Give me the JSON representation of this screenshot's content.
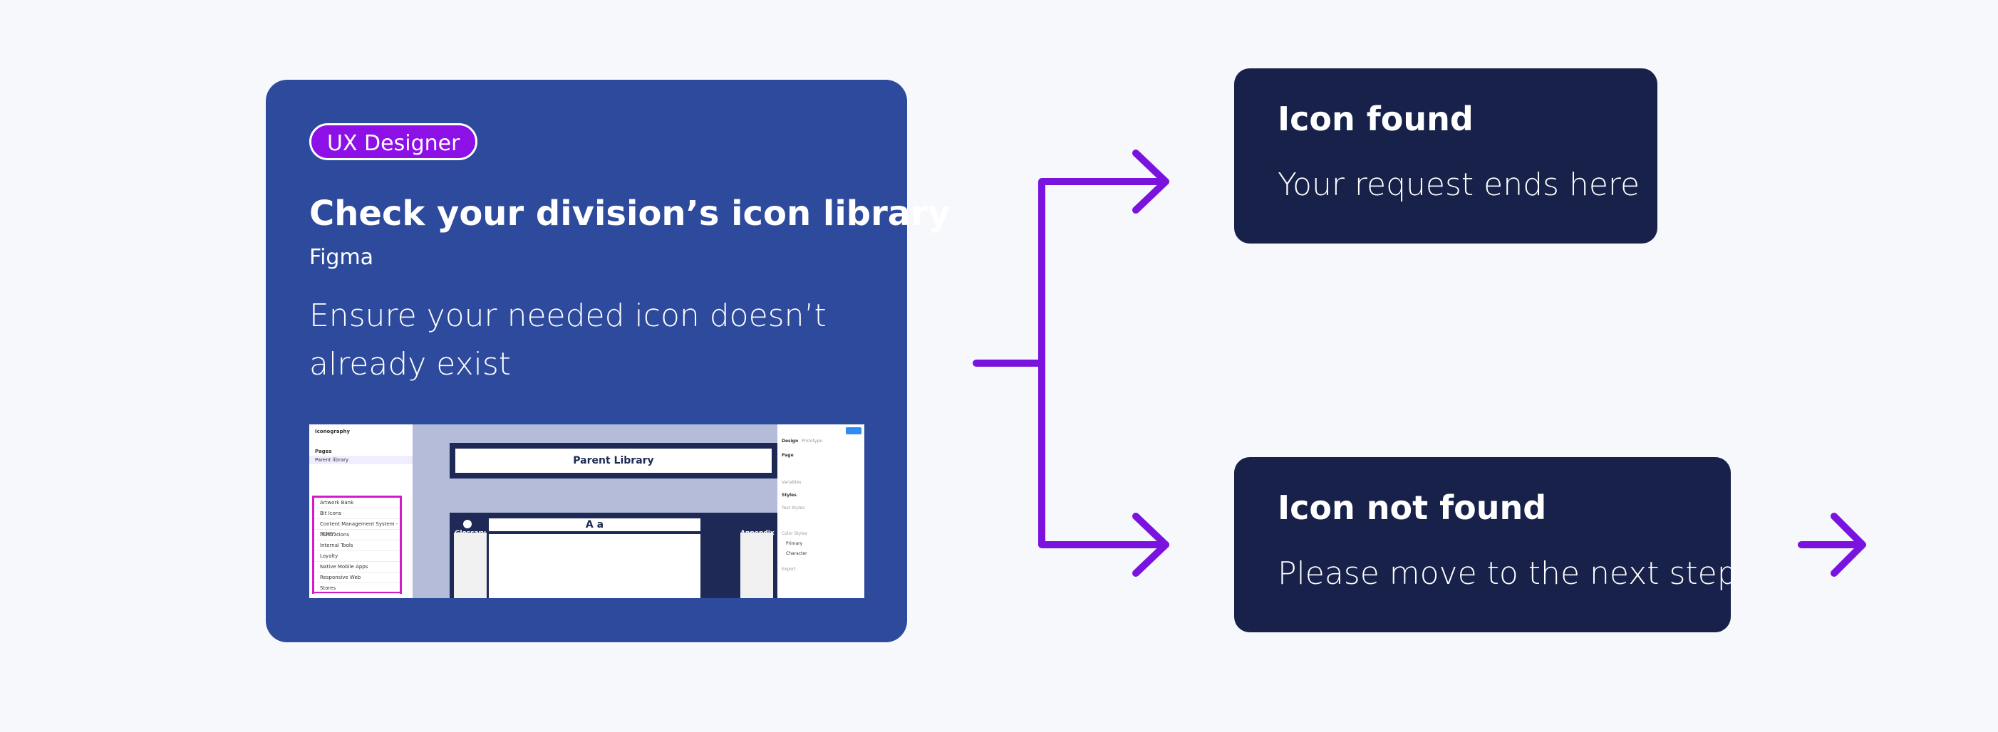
{
  "card": {
    "badge": "UX Designer",
    "title": "Check your division’s icon library",
    "tool": "Figma",
    "description": "Ensure your needed icon doesn’t already exist",
    "screenshot": {
      "file_name": "Iconography",
      "pages_label": "Pages",
      "page_item": "Parent library",
      "highlighted_items": [
        "Artwork Bank",
        "Bit Icons",
        "Content Management System - \"CMS\"",
        "Illustrations",
        "Internal Tools",
        "Loyalty",
        "Native Mobile Apps",
        "Responsive Web",
        "Stores"
      ],
      "parent_library_label": "Parent Library",
      "grid_heading": "A a",
      "glossary_label": "Glossary",
      "appendix_label": "Appendix",
      "right_panel": [
        "Design",
        "Prototype",
        "Page",
        "Variables",
        "Styles",
        "Text Styles",
        "Color Styles",
        "Primary",
        "Character",
        "Export"
      ]
    }
  },
  "outcomes": {
    "found": {
      "title": "Icon found",
      "subtitle": "Your request ends here"
    },
    "not_found": {
      "title": "Icon not found",
      "subtitle": "Please move to the next step"
    }
  },
  "colors": {
    "background": "#f7f8fc",
    "card": "#2e4a9c",
    "badge": "#8d10e6",
    "outcome_box": "#17214a",
    "arrow": "#7b13de"
  }
}
